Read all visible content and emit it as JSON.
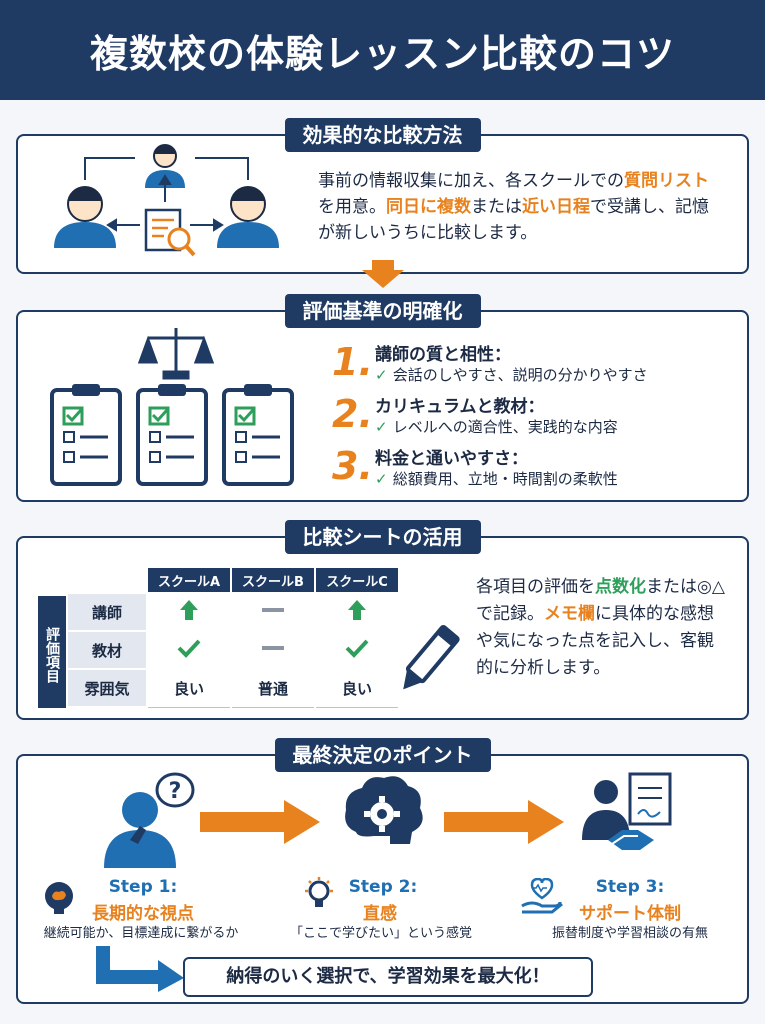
{
  "header": {
    "title": "複数校の体験レッスン比較のコツ"
  },
  "section1": {
    "title": "効果的な比較方法",
    "text": [
      {
        "t": "事前の情報収集に加え、各スクールでの",
        "hl": false
      },
      {
        "t": "質問リスト",
        "hl": true
      },
      {
        "t": "を用意。",
        "hl": false
      },
      {
        "t": "同日に複数",
        "hl": true
      },
      {
        "t": "または",
        "hl": false
      },
      {
        "t": "近い日程",
        "hl": true
      },
      {
        "t": "で受講し、記憶が新しいうちに比較します。",
        "hl": false
      }
    ]
  },
  "section2": {
    "title": "評価基準の明確化",
    "criteria": [
      {
        "num": "1.",
        "title": "講師の質と相性：",
        "desc": "会話のしやすさ、説明の分かりやすさ"
      },
      {
        "num": "2.",
        "title": "カリキュラムと教材：",
        "desc": "レベルへの適合性、実践的な内容"
      },
      {
        "num": "3.",
        "title": "料金と通いやすさ：",
        "desc": "総額費用、立地・時間割の柔軟性"
      }
    ]
  },
  "section3": {
    "title": "比較シートの活用",
    "table": {
      "side_label": "評価項目",
      "columns": [
        "スクールA",
        "スクールB",
        "スクールC"
      ],
      "rows": [
        {
          "label": "講師",
          "cells": [
            "up",
            "dash",
            "up"
          ]
        },
        {
          "label": "教材",
          "cells": [
            "check",
            "dash",
            "check"
          ]
        },
        {
          "label": "雰囲気",
          "cells": [
            "良い",
            "普通",
            "良い"
          ]
        }
      ]
    },
    "text": [
      {
        "t": "各項目の評価を",
        "c": ""
      },
      {
        "t": "点数化",
        "c": "g"
      },
      {
        "t": "または◎△で記録。",
        "c": ""
      },
      {
        "t": "メモ欄",
        "c": "o"
      },
      {
        "t": "に具体的な感想や気になった点を記入し、客観的に分析します。",
        "c": ""
      }
    ]
  },
  "section4": {
    "title": "最終決定のポイント",
    "steps": [
      {
        "label": "Step 1:",
        "title": "長期的な視点",
        "desc": "継続可能か、目標達成に繋がるか"
      },
      {
        "label": "Step 2:",
        "title": "直感",
        "desc": "「ここで学びたい」という感覚"
      },
      {
        "label": "Step 3:",
        "title": "サポート体制",
        "desc": "振替制度や学習相談の有無"
      }
    ],
    "conclusion": "納得のいく選択で、学習効果を最大化！"
  },
  "colors": {
    "navy": "#1f3a63",
    "orange": "#e8821e",
    "green": "#2e9e5b",
    "blue": "#1f6fb2"
  }
}
